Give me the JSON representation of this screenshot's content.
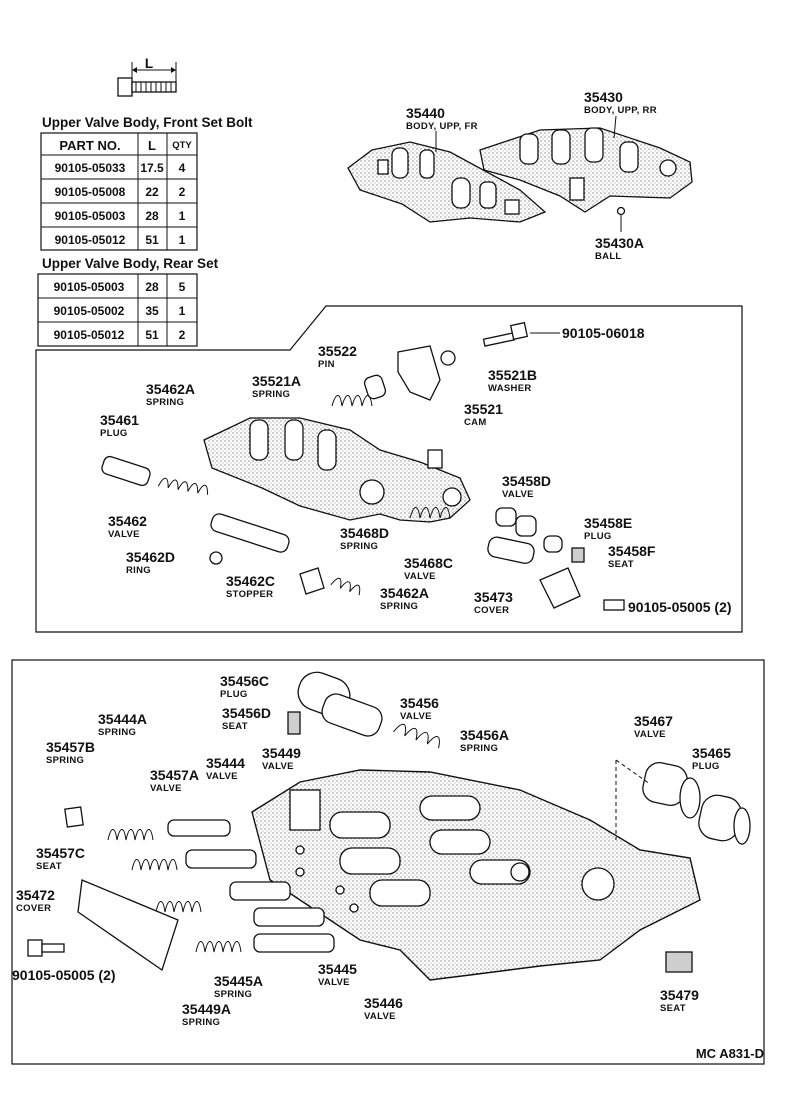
{
  "bolt_dimension_label": "L",
  "tables": {
    "front": {
      "title": "Upper Valve Body, Front Set Bolt",
      "headers": [
        "PART NO.",
        "L",
        "QTY"
      ],
      "rows": [
        [
          "90105-05033",
          "17.5",
          "4"
        ],
        [
          "90105-05008",
          "22",
          "2"
        ],
        [
          "90105-05003",
          "28",
          "1"
        ],
        [
          "90105-05012",
          "51",
          "1"
        ]
      ]
    },
    "rear": {
      "title": "Upper Valve Body, Rear Set",
      "rows": [
        [
          "90105-05003",
          "28",
          "5"
        ],
        [
          "90105-05002",
          "35",
          "1"
        ],
        [
          "90105-05012",
          "51",
          "2"
        ]
      ]
    }
  },
  "callouts": {
    "c35440": {
      "num": "35440",
      "name": "BODY, UPP, FR"
    },
    "c35430": {
      "num": "35430",
      "name": "BODY, UPP, RR"
    },
    "c35430A": {
      "num": "35430A",
      "name": "BALL"
    },
    "c06018": {
      "num": "90105-06018",
      "name": ""
    },
    "c35522": {
      "num": "35522",
      "name": "PIN"
    },
    "c35521A": {
      "num": "35521A",
      "name": "SPRING"
    },
    "c35521B": {
      "num": "35521B",
      "name": "WASHER"
    },
    "c35521": {
      "num": "35521",
      "name": "CAM"
    },
    "c35462A": {
      "num": "35462A",
      "name": "SPRING"
    },
    "c35461": {
      "num": "35461",
      "name": "PLUG"
    },
    "c35462": {
      "num": "35462",
      "name": "VALVE"
    },
    "c35462D": {
      "num": "35462D",
      "name": "RING"
    },
    "c35462C": {
      "num": "35462C",
      "name": "STOPPER"
    },
    "c35462A2": {
      "num": "35462A",
      "name": "SPRING"
    },
    "c35458D": {
      "num": "35458D",
      "name": "VALVE"
    },
    "c35468D": {
      "num": "35468D",
      "name": "SPRING"
    },
    "c35458E": {
      "num": "35458E",
      "name": "PLUG"
    },
    "c35468C": {
      "num": "35468C",
      "name": "VALVE"
    },
    "c35458F": {
      "num": "35458F",
      "name": "SEAT"
    },
    "c35473": {
      "num": "35473",
      "name": "COVER"
    },
    "c05005a": {
      "num": "90105-05005 (2)",
      "name": ""
    },
    "c35456C": {
      "num": "35456C",
      "name": "PLUG"
    },
    "c35456": {
      "num": "35456",
      "name": "VALVE"
    },
    "c35456D": {
      "num": "35456D",
      "name": "SEAT"
    },
    "c35456A": {
      "num": "35456A",
      "name": "SPRING"
    },
    "c35444A": {
      "num": "35444A",
      "name": "SPRING"
    },
    "c35449": {
      "num": "35449",
      "name": "VALVE"
    },
    "c35457B": {
      "num": "35457B",
      "name": "SPRING"
    },
    "c35444": {
      "num": "35444",
      "name": "VALVE"
    },
    "c35457A": {
      "num": "35457A",
      "name": "VALVE"
    },
    "c35467": {
      "num": "35467",
      "name": "VALVE"
    },
    "c35465": {
      "num": "35465",
      "name": "PLUG"
    },
    "c35457C": {
      "num": "35457C",
      "name": "SEAT"
    },
    "c35472": {
      "num": "35472",
      "name": "COVER"
    },
    "c05005b": {
      "num": "90105-05005 (2)",
      "name": ""
    },
    "c35445": {
      "num": "35445",
      "name": "VALVE"
    },
    "c35445A": {
      "num": "35445A",
      "name": "SPRING"
    },
    "c35446": {
      "num": "35446",
      "name": "VALVE"
    },
    "c35449A": {
      "num": "35449A",
      "name": "SPRING"
    },
    "c35479": {
      "num": "35479",
      "name": "SEAT"
    }
  },
  "figure_code": "MC  A831-D"
}
